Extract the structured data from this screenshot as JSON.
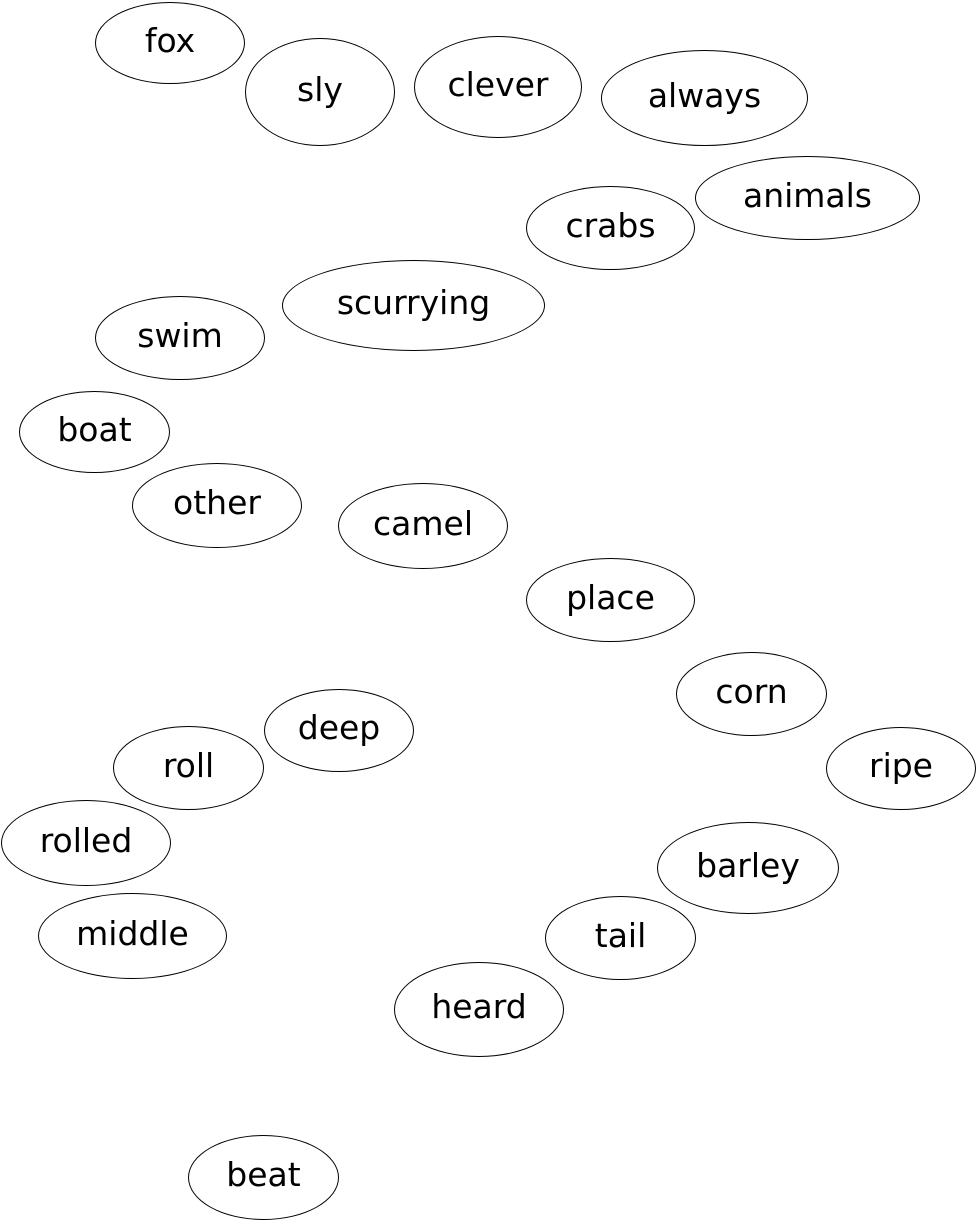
{
  "words": [
    "fox",
    "sly",
    "clever",
    "always",
    "animals",
    "crabs",
    "scurrying",
    "swim",
    "boat",
    "other",
    "camel",
    "place",
    "corn",
    "deep",
    "roll",
    "ripe",
    "rolled",
    "barley",
    "middle",
    "tail",
    "heard",
    "beat"
  ]
}
